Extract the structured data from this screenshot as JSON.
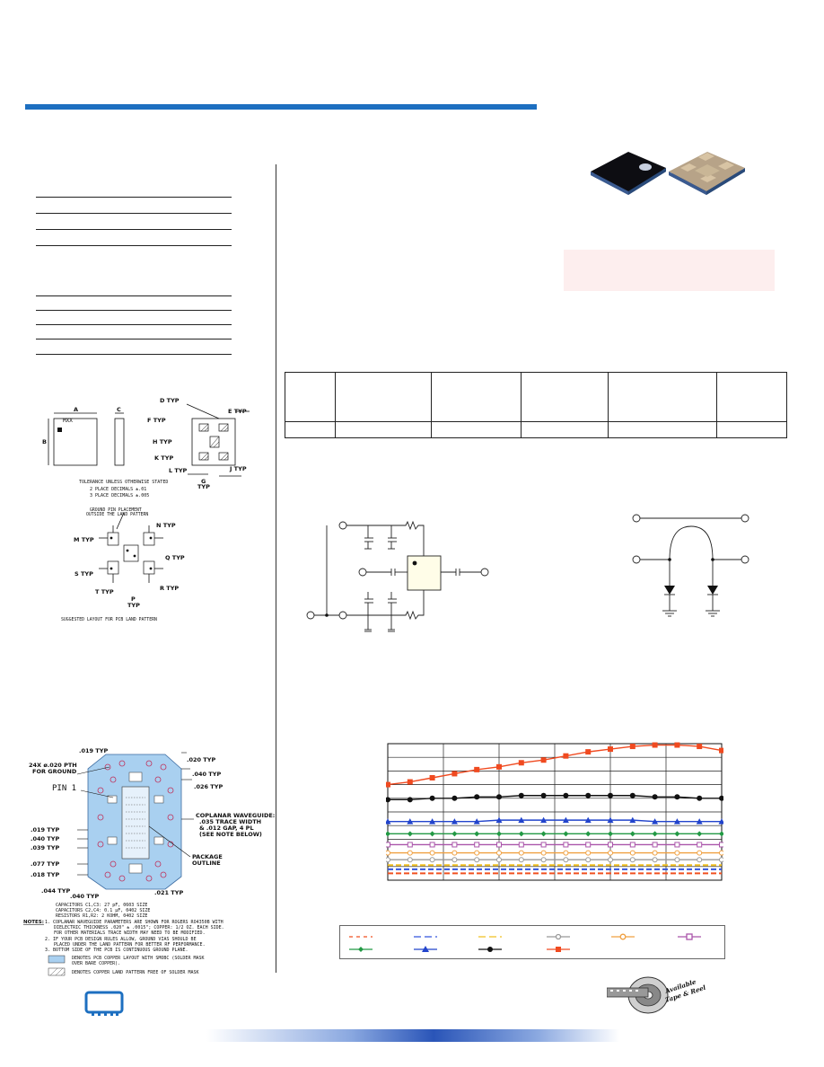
{
  "colors": {
    "brand_blue": "#1d6fc0",
    "highlight_pink": "#fdeeee",
    "pcb_fill": "#a9d0f0"
  },
  "icons": [
    "package-photo",
    "chip-logo-icon",
    "tape-and-reel-icon"
  ],
  "outline_drawing": {
    "dim_a": "A",
    "dim_b": "B",
    "dim_c": "C",
    "pin1_mark": "MXX",
    "d_typ": "D TYP",
    "e_typ": "E TYP",
    "f_typ": "F TYP",
    "h_typ": "H TYP",
    "k_typ": "K TYP",
    "l_typ": "L TYP",
    "j_typ": "J TYP",
    "g_label": "G",
    "g_typ": "TYP",
    "tolerance_1": "TOLERANCE UNLESS OTHERWISE STATED",
    "tolerance_2": "2 PLACE DECIMALS ±.01",
    "tolerance_3": "3 PLACE DECIMALS ±.005"
  },
  "land_pattern": {
    "ground_note_1": "GROUND PIN PLACEMENT",
    "ground_note_2": "OUTSIDE THE LAND PATTERN",
    "m_typ": "M TYP",
    "n_typ": "N TYP",
    "q_typ": "Q TYP",
    "s_typ": "S TYP",
    "r_typ": "R TYP",
    "t_typ": "T TYP",
    "p_label": "P",
    "p_typ": "TYP",
    "caption": "SUGGESTED LAYOUT FOR PCB LAND PATTERN"
  },
  "pcb_layout": {
    "d019_top": ".019 TYP",
    "d020": ".020 TYP",
    "d040_right": ".040 TYP",
    "d026": ".026 TYP",
    "pth_1": "24X ø.020 PTH",
    "pth_2": "FOR GROUND",
    "pin1": "PIN 1",
    "cpw_1": "COPLANAR WAVEGUIDE:",
    "cpw_2": ".035 TRACE WIDTH",
    "cpw_3": "& .012 GAP, 4 PL",
    "cpw_4": "(SEE NOTE BELOW)",
    "d019_left": ".019 TYP",
    "d040_left": ".040 TYP",
    "d039": ".039 TYP",
    "d077": ".077 TYP",
    "d018": ".018 TYP",
    "d044": ".044 TYP",
    "d040_bottom": ".040 TYP",
    "d021": ".021 TYP",
    "pkg_1": "PACKAGE",
    "pkg_2": "OUTLINE",
    "cap_1": "CAPACITORS C1,C3: 27 pF, 0603 SIZE",
    "cap_2": "CAPACITORS C2,C4: 0.1 µF, 0402 SIZE",
    "res": "RESISTORS R1,R2: 2 KOHM, 0402 SIZE",
    "notes_label": "NOTES:",
    "note_1a": "1. COPLANAR WAVEGUIDE PARAMETERS ARE SHOWN FOR ROGERS RO4350B WITH",
    "note_1b": "DIELECTRIC THICKNESS .020\" ± .0015\"; COPPER: 1/2 OZ. EACH SIDE.",
    "note_1c": "FOR OTHER MATERIALS TRACE WIDTH MAY NEED TO BE MODIFIED.",
    "note_2a": "2. IF YOUR PCB DESIGN RULES ALLOW, GROUND VIAS SHOULD BE",
    "note_2b": "PLACED UNDER THE LAND PATTERN FOR BETTER RF PERFORMANCE.",
    "note_3": "3. BOTTOM SIDE OF THE PCB IS CONTINUOUS GROUND PLANE.",
    "legend_1a": "DENOTES PCB COPPER LAYOUT WITH SMOBC (SOLDER MASK",
    "legend_1b": "OVER BARE COPPER).",
    "legend_2": "DENOTES COPPER LAND PATTERN FREE OF SOLDER MASK"
  },
  "tape_reel": {
    "line_1": "Available",
    "line_2": "Tape & Reel"
  },
  "chart_data": {
    "type": "line",
    "x": [
      0,
      1,
      2,
      3,
      4,
      5,
      6,
      7,
      8,
      9,
      10,
      11,
      12,
      13,
      14,
      15
    ],
    "xlim": [
      0,
      15
    ],
    "ylim": [
      0,
      10
    ],
    "grid": true,
    "series": [
      {
        "color": "#f04a20",
        "marker": "square",
        "values": [
          7.0,
          7.2,
          7.5,
          7.8,
          8.1,
          8.3,
          8.6,
          8.8,
          9.1,
          9.4,
          9.6,
          9.8,
          9.9,
          9.9,
          9.8,
          9.5
        ]
      },
      {
        "color": "#111111",
        "marker": "circle",
        "values": [
          5.9,
          5.9,
          6.0,
          6.0,
          6.1,
          6.1,
          6.2,
          6.2,
          6.2,
          6.2,
          6.2,
          6.2,
          6.1,
          6.1,
          6.0,
          6.0
        ]
      },
      {
        "color": "#2244cc",
        "marker": "triangle",
        "values": [
          4.3,
          4.3,
          4.3,
          4.3,
          4.3,
          4.4,
          4.4,
          4.4,
          4.4,
          4.4,
          4.4,
          4.4,
          4.3,
          4.3,
          4.3,
          4.3
        ]
      },
      {
        "color": "#229944",
        "marker": "diamond",
        "values": [
          3.4,
          3.4,
          3.4,
          3.4,
          3.4,
          3.4,
          3.4,
          3.4,
          3.4,
          3.4,
          3.4,
          3.4,
          3.4,
          3.4,
          3.4,
          3.4
        ]
      },
      {
        "color": "#aa55aa",
        "marker": "open-square",
        "values": [
          2.6,
          2.6,
          2.6,
          2.6,
          2.6,
          2.6,
          2.6,
          2.6,
          2.6,
          2.6,
          2.6,
          2.6,
          2.6,
          2.6,
          2.6,
          2.6
        ]
      },
      {
        "color": "#f0a040",
        "marker": "open-circle",
        "values": [
          2.0,
          2.0,
          2.0,
          2.0,
          2.0,
          2.0,
          2.0,
          2.0,
          2.0,
          2.0,
          2.0,
          2.0,
          2.0,
          2.0,
          2.0,
          2.0
        ]
      },
      {
        "color": "#999999",
        "marker": "open-circle",
        "values": [
          1.5,
          1.5,
          1.5,
          1.5,
          1.5,
          1.5,
          1.5,
          1.5,
          1.5,
          1.5,
          1.5,
          1.5,
          1.5,
          1.5,
          1.5,
          1.5
        ]
      },
      {
        "color": "#f0c020",
        "marker": "dash",
        "values": [
          1.1,
          1.1,
          1.1,
          1.1,
          1.1,
          1.1,
          1.1,
          1.1,
          1.1,
          1.1,
          1.1,
          1.1,
          1.1,
          1.1,
          1.1,
          1.1
        ]
      },
      {
        "color": "#3355dd",
        "marker": "dash",
        "values": [
          0.8,
          0.8,
          0.8,
          0.8,
          0.8,
          0.8,
          0.8,
          0.8,
          0.8,
          0.8,
          0.8,
          0.8,
          0.8,
          0.8,
          0.8,
          0.8
        ]
      },
      {
        "color": "#f05020",
        "marker": "dash",
        "values": [
          0.5,
          0.5,
          0.5,
          0.5,
          0.5,
          0.5,
          0.5,
          0.5,
          0.5,
          0.5,
          0.5,
          0.5,
          0.5,
          0.5,
          0.5,
          0.5
        ]
      }
    ]
  }
}
